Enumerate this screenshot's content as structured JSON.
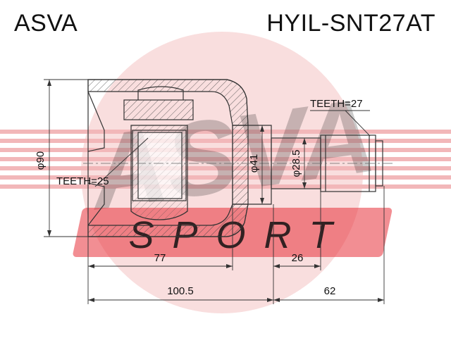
{
  "header": {
    "brand": "ASVA",
    "part_number": "HYIL-SNT27AT"
  },
  "watermark": {
    "logo_text": "ASVA",
    "sub_text": "SPORT"
  },
  "labels": {
    "teeth_outer": "TEETH=27",
    "teeth_inner": "TEETH=25"
  },
  "dimensions": {
    "housing_diameter": "φ90",
    "neck_diameter": "φ41",
    "shaft_diameter": "φ28.5",
    "body_length": "77",
    "shaft_length": "26",
    "overall_length": "100.5",
    "stub_length": "62"
  },
  "colors": {
    "watermark_red": "#e8323a",
    "watermark_pink": "#f4c8c8",
    "line": "#333333"
  }
}
